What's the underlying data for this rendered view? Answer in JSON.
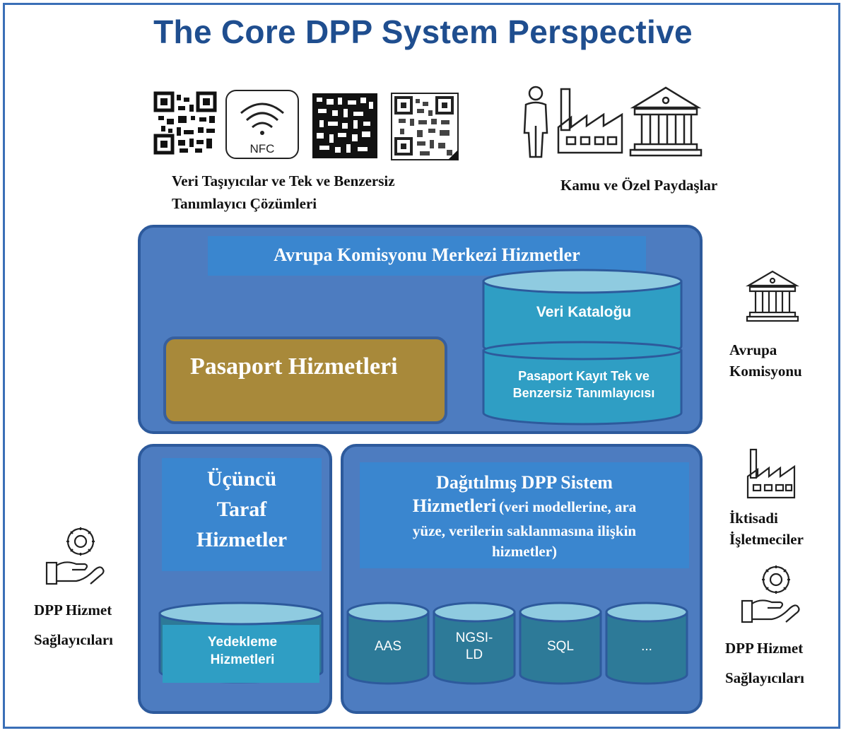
{
  "title": "The Core DPP System Perspective",
  "top": {
    "carriers_label_line1": "Veri Taşıyıcılar ve Tek ve Benzersiz",
    "carriers_label_line2": "Tanımlayıcı Çözümleri",
    "nfc_text": "NFC",
    "stakeholders_label": "Kamu ve Özel Paydaşlar"
  },
  "central": {
    "banner": "Avrupa Komisyonu Merkezi Hizmetler",
    "passport_services": "Pasaport Hizmetleri",
    "data_catalog": "Veri Kataloğu",
    "registry_line1": "Pasaport Kayıt Tek ve",
    "registry_line2": "Benzersiz Tanımlayıcısı"
  },
  "third_party": {
    "line1": "Üçüncü",
    "line2": "Taraf",
    "line3": "Hizmetler",
    "backup_line1": "Yedekleme",
    "backup_line2": "Hizmetleri"
  },
  "distributed": {
    "line1": "Dağıtılmış DPP Sistem",
    "line2_bold": "Hizmetleri",
    "line2_rest": "(veri modellerine, ara",
    "line3": "yüze, verilerin saklanmasına ilişkin",
    "line4": "hizmetler)",
    "stores": [
      "AAS",
      "NGSI-\nLD",
      "SQL",
      "..."
    ]
  },
  "right": {
    "ec_line1": "Avrupa",
    "ec_line2": "Komisyonu",
    "eo_line1": "İktisadi",
    "eo_line2": "İşletmeciler",
    "dpp_line1": "DPP Hizmet",
    "dpp_line2": "Sağlayıcıları"
  },
  "left": {
    "dpp_line1": "DPP Hizmet",
    "dpp_line2": "Sağlayıcıları"
  },
  "colors": {
    "title": "#1f4e8f",
    "panel": "#4d7cc0",
    "panel_border": "#2d5a9c",
    "banner": "#3a86cf",
    "passport": "#a8893a",
    "cylinder": "#2f9ec4",
    "cylinder_top": "#8fcbe0",
    "dark_cylinder": "#2d7a98"
  }
}
